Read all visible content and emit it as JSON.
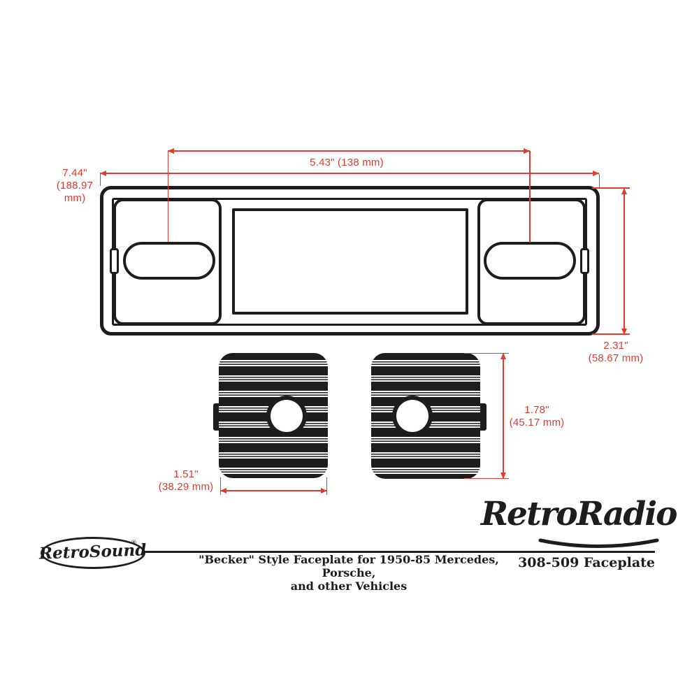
{
  "dimensions": {
    "slot_spacing": {
      "label": "5.43\" (138 mm)"
    },
    "overall_width": {
      "label": "7.44\"\n(188.97\nmm)"
    },
    "overall_height": {
      "label": "2.31\"\n(58.67 mm)"
    },
    "knob_height": {
      "label": "1.78\"\n(45.17 mm)"
    },
    "knob_width": {
      "label": "1.51\"\n(38.29 mm)"
    }
  },
  "footer": {
    "brand_logo": "RetroSound",
    "registered_mark": "®",
    "description": "\"Becker\" Style Faceplate for 1950-85 Mercedes, Porsche,\nand other Vehicles",
    "product_logo": "RetroRadio",
    "part_number": "308-509 Faceplate"
  },
  "colors": {
    "dimension_red": "#e23b2e",
    "line_black": "#1d1d1b"
  }
}
